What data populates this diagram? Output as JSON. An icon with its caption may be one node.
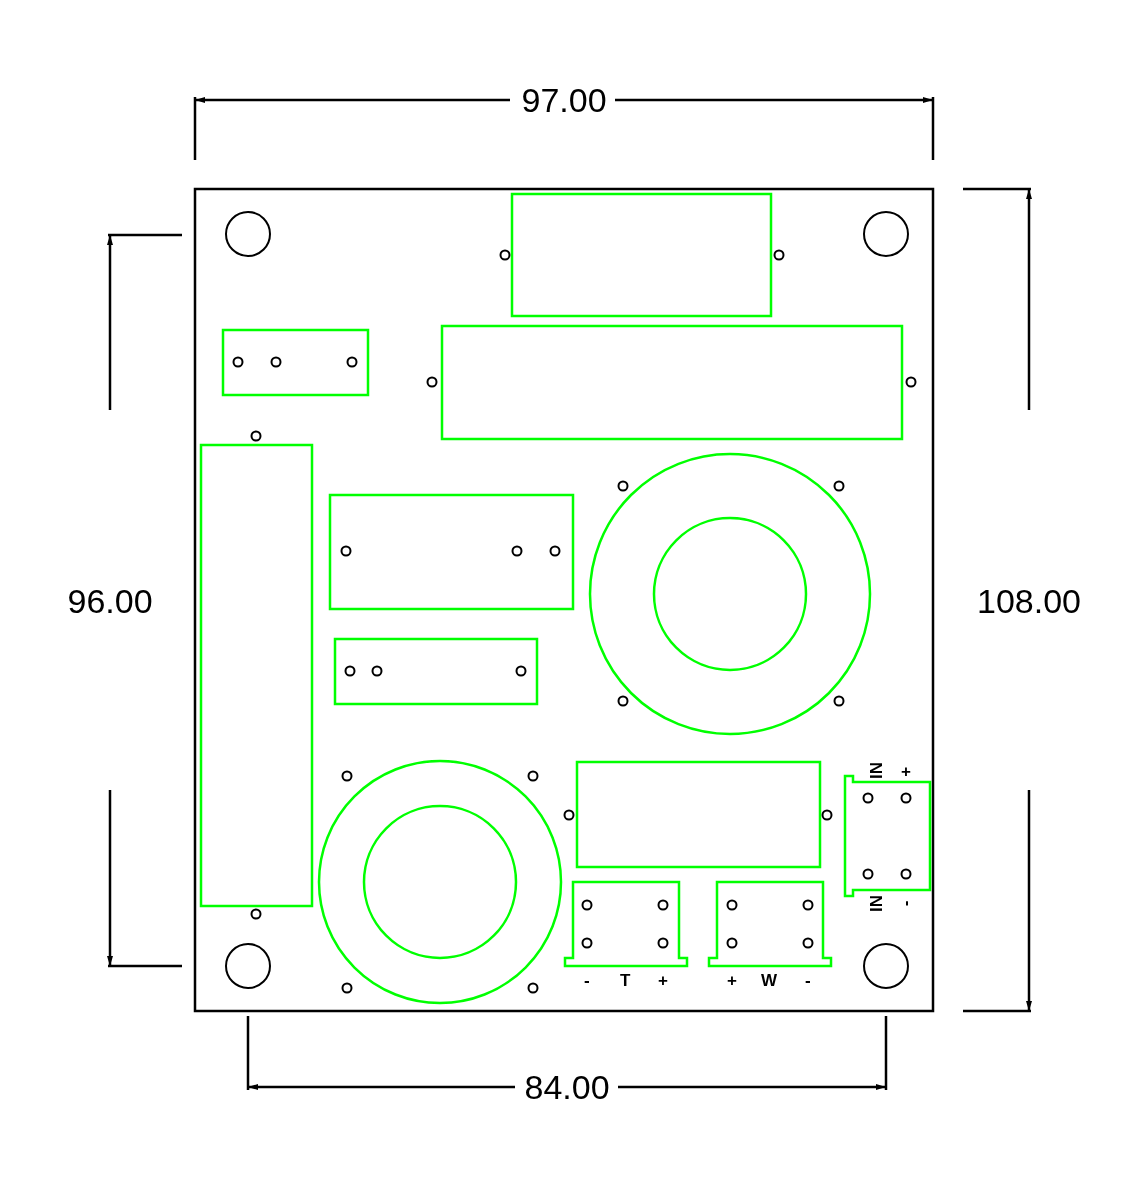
{
  "diagram": {
    "labels": [
      "97.00",
      "96.00",
      "108.00",
      "IN",
      "+",
      "IN",
      "-",
      "-",
      "T",
      "+",
      "+",
      "W",
      "-",
      "84.00"
    ]
  }
}
